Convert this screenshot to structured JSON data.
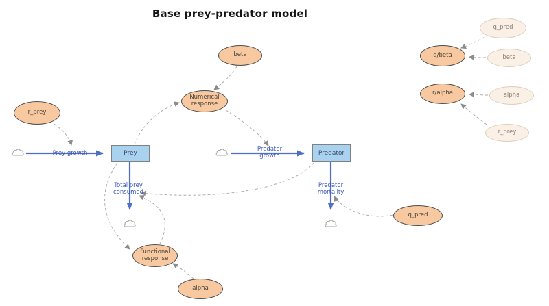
{
  "title": "Base prey-predator model",
  "colors": {
    "variable_fill": "#f8c9a0",
    "variable_border": "#4d4d4d",
    "faded_fill": "#fbf0e5",
    "faded_border": "#dccdbd",
    "stock_fill": "#a8d2f0",
    "stock_border": "#808080",
    "flow_blue": "#4f6fc4",
    "flow_label_blue": "#3a56b5",
    "link_gray": "#aeaeae"
  },
  "stocks": [
    {
      "label": "Prey"
    },
    {
      "label": "Predator"
    }
  ],
  "flows": [
    {
      "label": "Prey growth"
    },
    {
      "label": "Total prey consumed"
    },
    {
      "label": "Predator growth"
    },
    {
      "label": "Predator mortality"
    }
  ],
  "variables": [
    {
      "label": "r_prey"
    },
    {
      "label": "beta"
    },
    {
      "label": "Numerical response"
    },
    {
      "label": "Functional response"
    },
    {
      "label": "alpha"
    },
    {
      "label": "q_pred"
    }
  ],
  "equilibrium_panel": {
    "targets": [
      {
        "label": "q/beta"
      },
      {
        "label": "r/alpha"
      }
    ],
    "inputs": [
      {
        "label": "q_pred"
      },
      {
        "label": "beta"
      },
      {
        "label": "alpha"
      },
      {
        "label": "r_prey"
      }
    ]
  }
}
